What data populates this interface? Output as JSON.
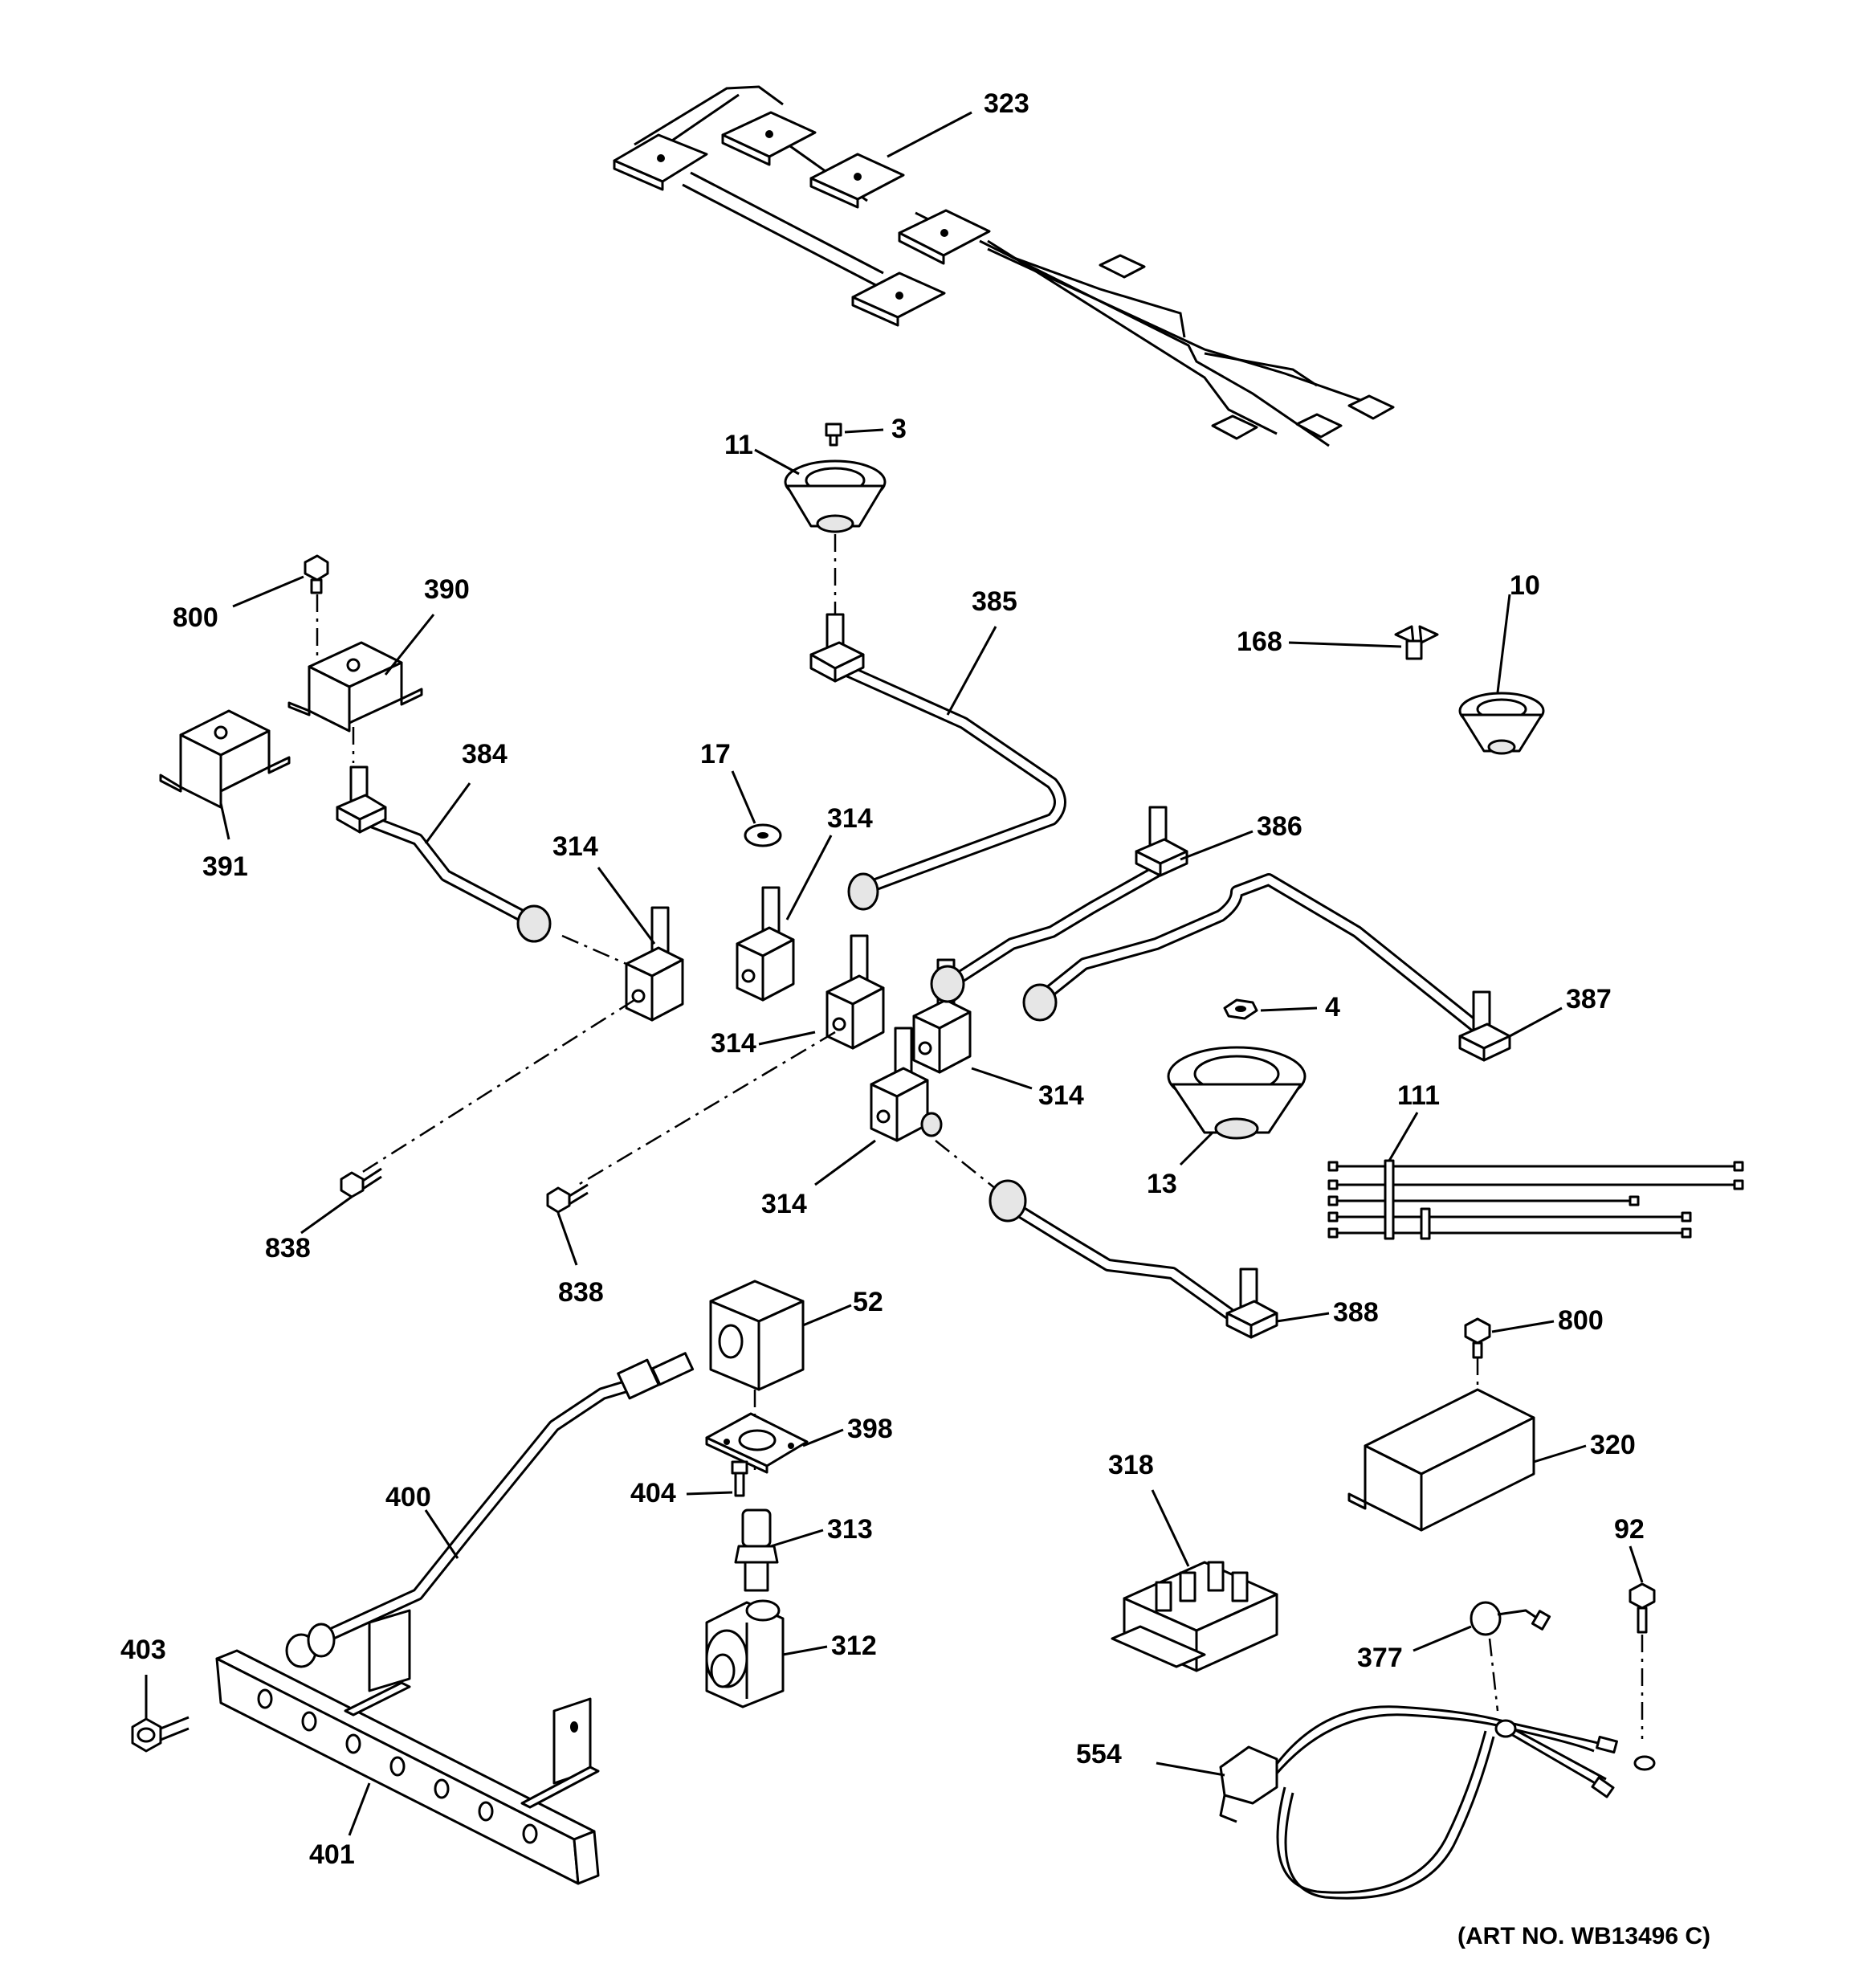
{
  "art_no": "(ART NO. WB13496 C)",
  "callouts": {
    "c323": "323",
    "c3": "3",
    "c11": "11",
    "c385": "385",
    "c10": "10",
    "c168": "168",
    "c800a": "800",
    "c390": "390",
    "c391": "391",
    "c384": "384",
    "c17": "17",
    "c314a": "314",
    "c314b": "314",
    "c314c": "314",
    "c314d": "314",
    "c314e": "314",
    "c386": "386",
    "c387": "387",
    "c4": "4",
    "c13": "13",
    "c111": "111",
    "c838a": "838",
    "c838b": "838",
    "c52": "52",
    "c388": "388",
    "c800b": "800",
    "c398": "398",
    "c404": "404",
    "c313": "313",
    "c312": "312",
    "c400": "400",
    "c403": "403",
    "c401": "401",
    "c318": "318",
    "c320": "320",
    "c92": "92",
    "c377": "377",
    "c554": "554"
  }
}
